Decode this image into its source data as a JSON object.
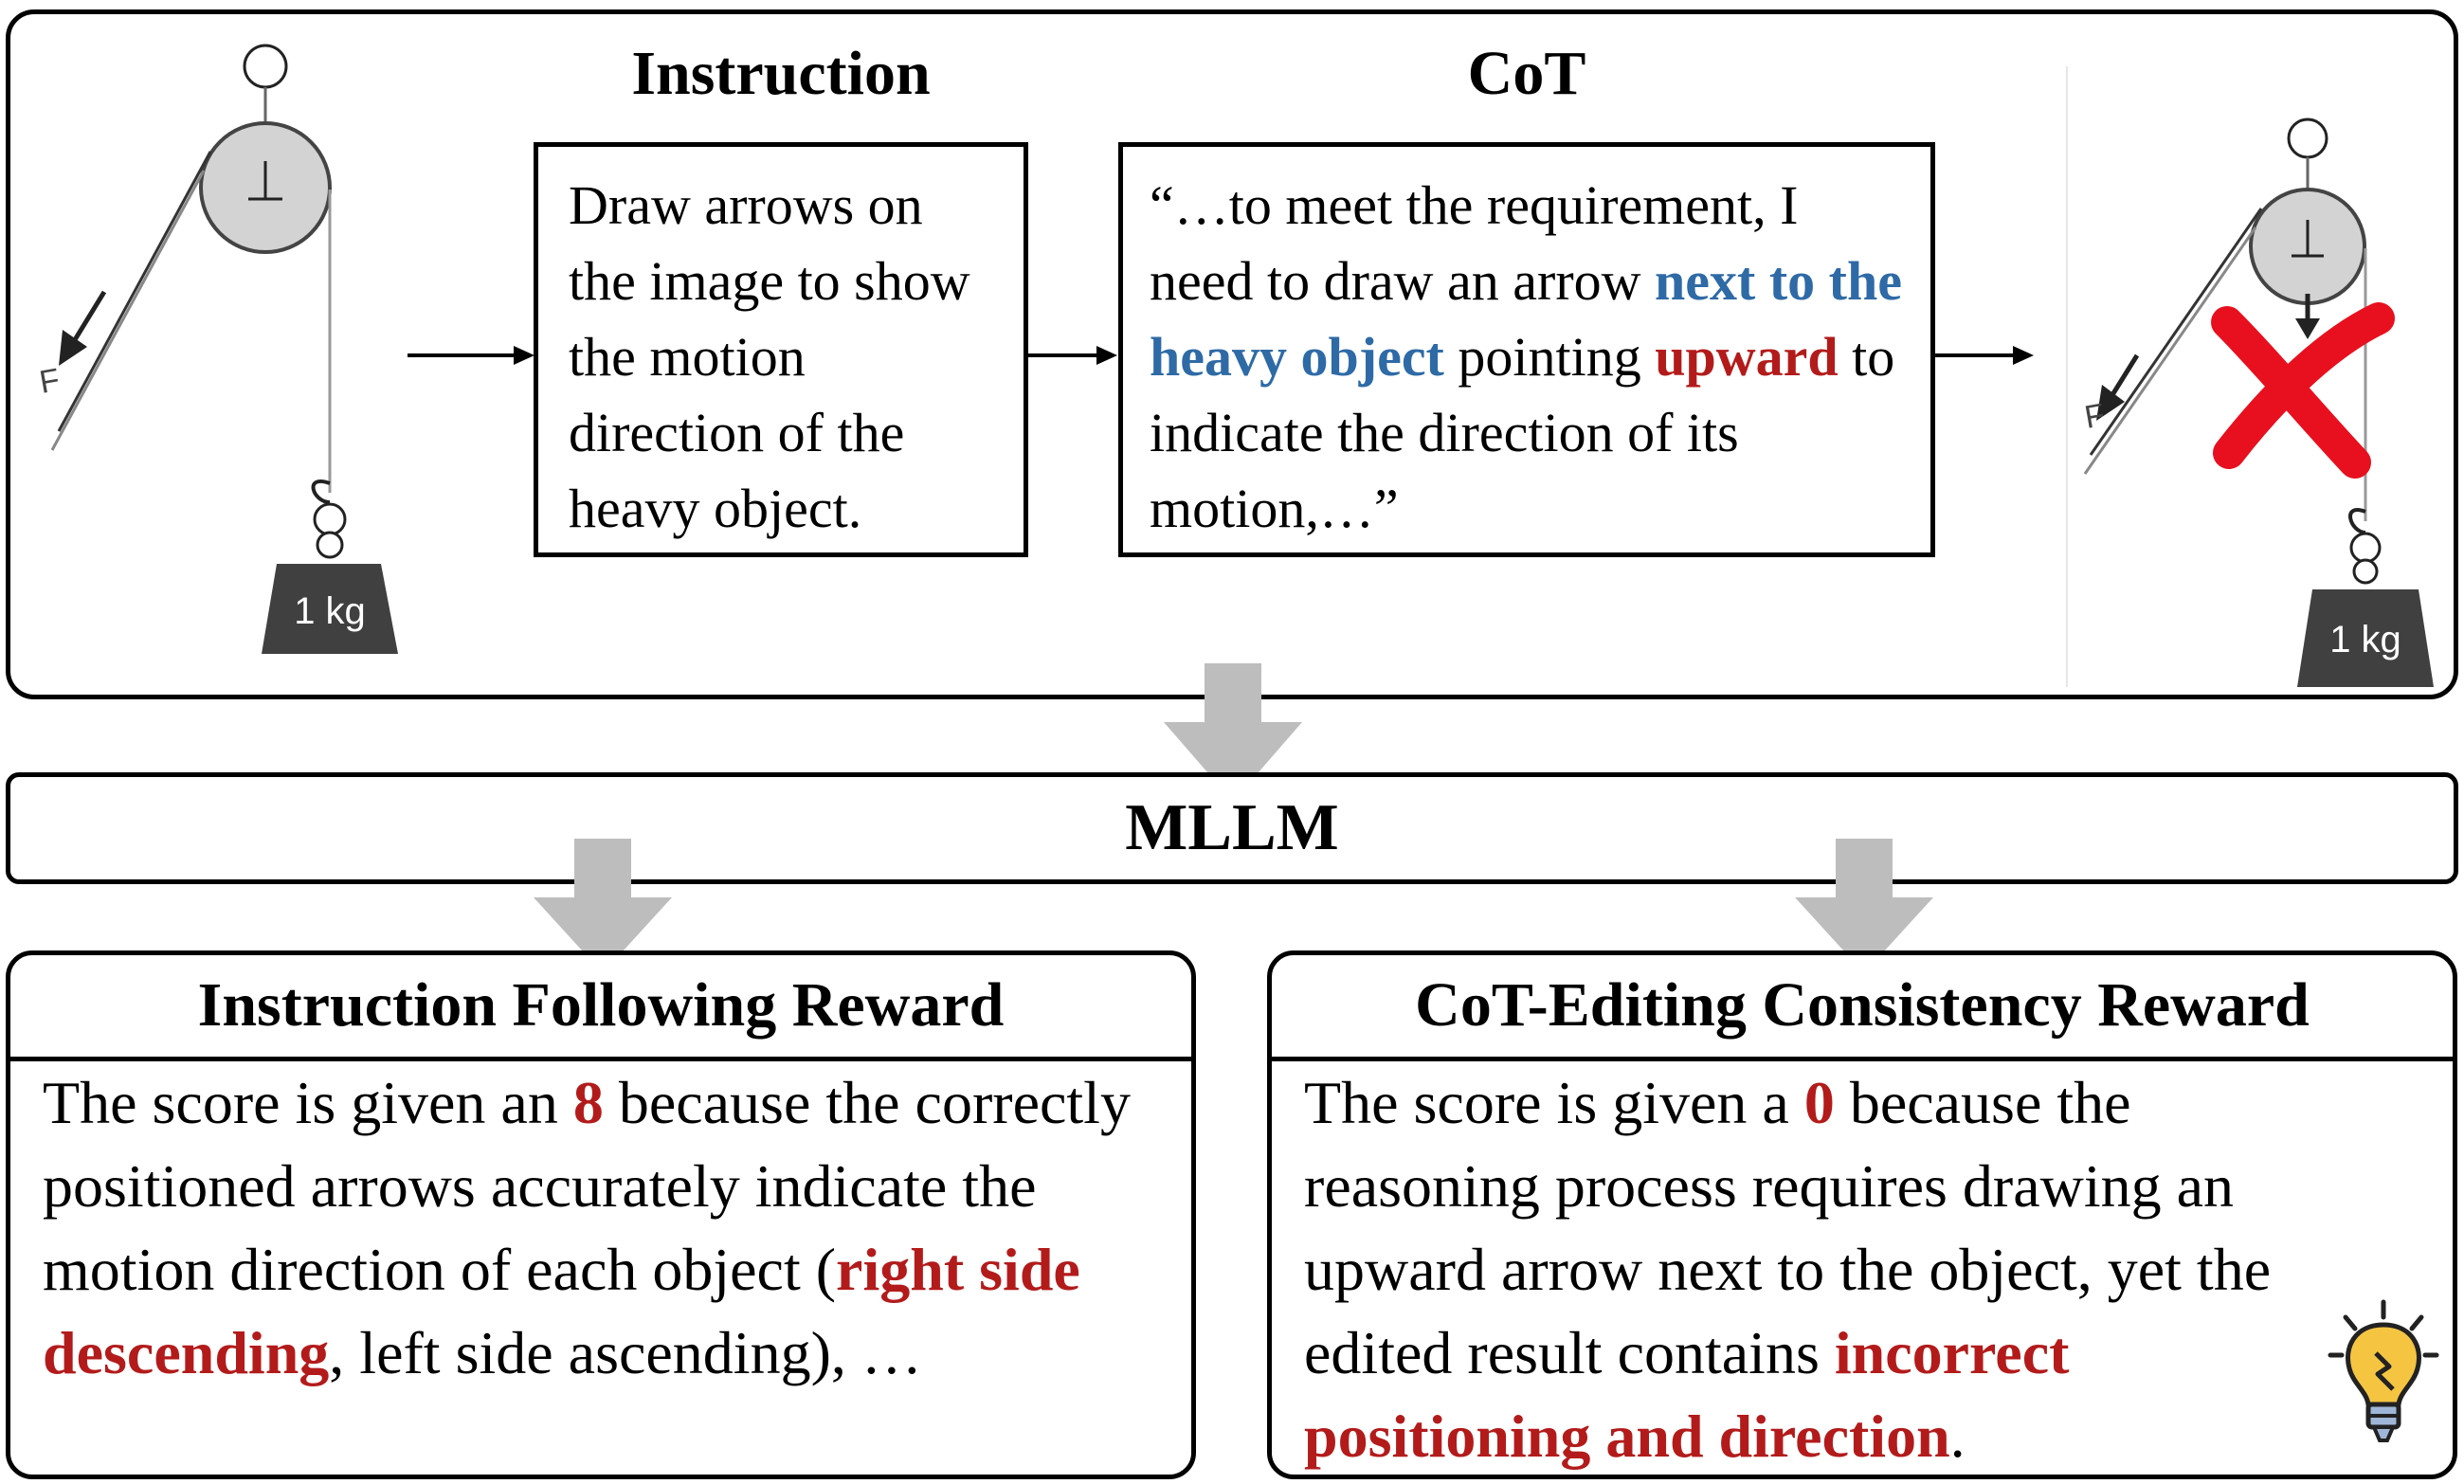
{
  "top": {
    "instruction_heading": "Instruction",
    "cot_heading": "CoT",
    "instruction_text": "Draw arrows on the image to show the motion direction of the heavy object.",
    "cot": {
      "part1": "“…to meet the requirement, I need to draw an arrow ",
      "highlight_location": "next to the heavy object",
      "part2": " pointing ",
      "highlight_direction": "upward",
      "part3": " to indicate the direction of its motion,…”"
    },
    "diagram": {
      "weight_label": "1 kg",
      "force_label": "F"
    }
  },
  "mllm": {
    "label": "MLLM"
  },
  "rewards": {
    "instruction": {
      "title": "Instruction Following Reward",
      "part1": "The score is given an ",
      "score": "8",
      "part2": " because the correctly positioned arrows accurately indicate the motion direction of each object (",
      "highlight": "right side descending",
      "part3": ", left side ascending), …"
    },
    "consistency": {
      "title": "CoT-Editing Consistency Reward",
      "part1": "The score is given a ",
      "score": "0",
      "part2": " because the reasoning process requires drawing an upward arrow next to the object, yet the edited result contains ",
      "highlight": "incorrect positioning and direction",
      "part3": "."
    }
  },
  "colors": {
    "highlight_blue": "#2e6aa6",
    "highlight_red": "#b31b1b",
    "flow_arrow_gray": "#bdbdbd",
    "cross_red": "#e8101e",
    "weight_fill": "#404040",
    "pulley_fill": "#d3d3d3"
  },
  "icons": [
    "pulley-diagram-original",
    "pulley-diagram-edited",
    "red-cross-icon",
    "lightbulb-icon",
    "arrow-right-icon",
    "gray-down-arrow-icon"
  ]
}
